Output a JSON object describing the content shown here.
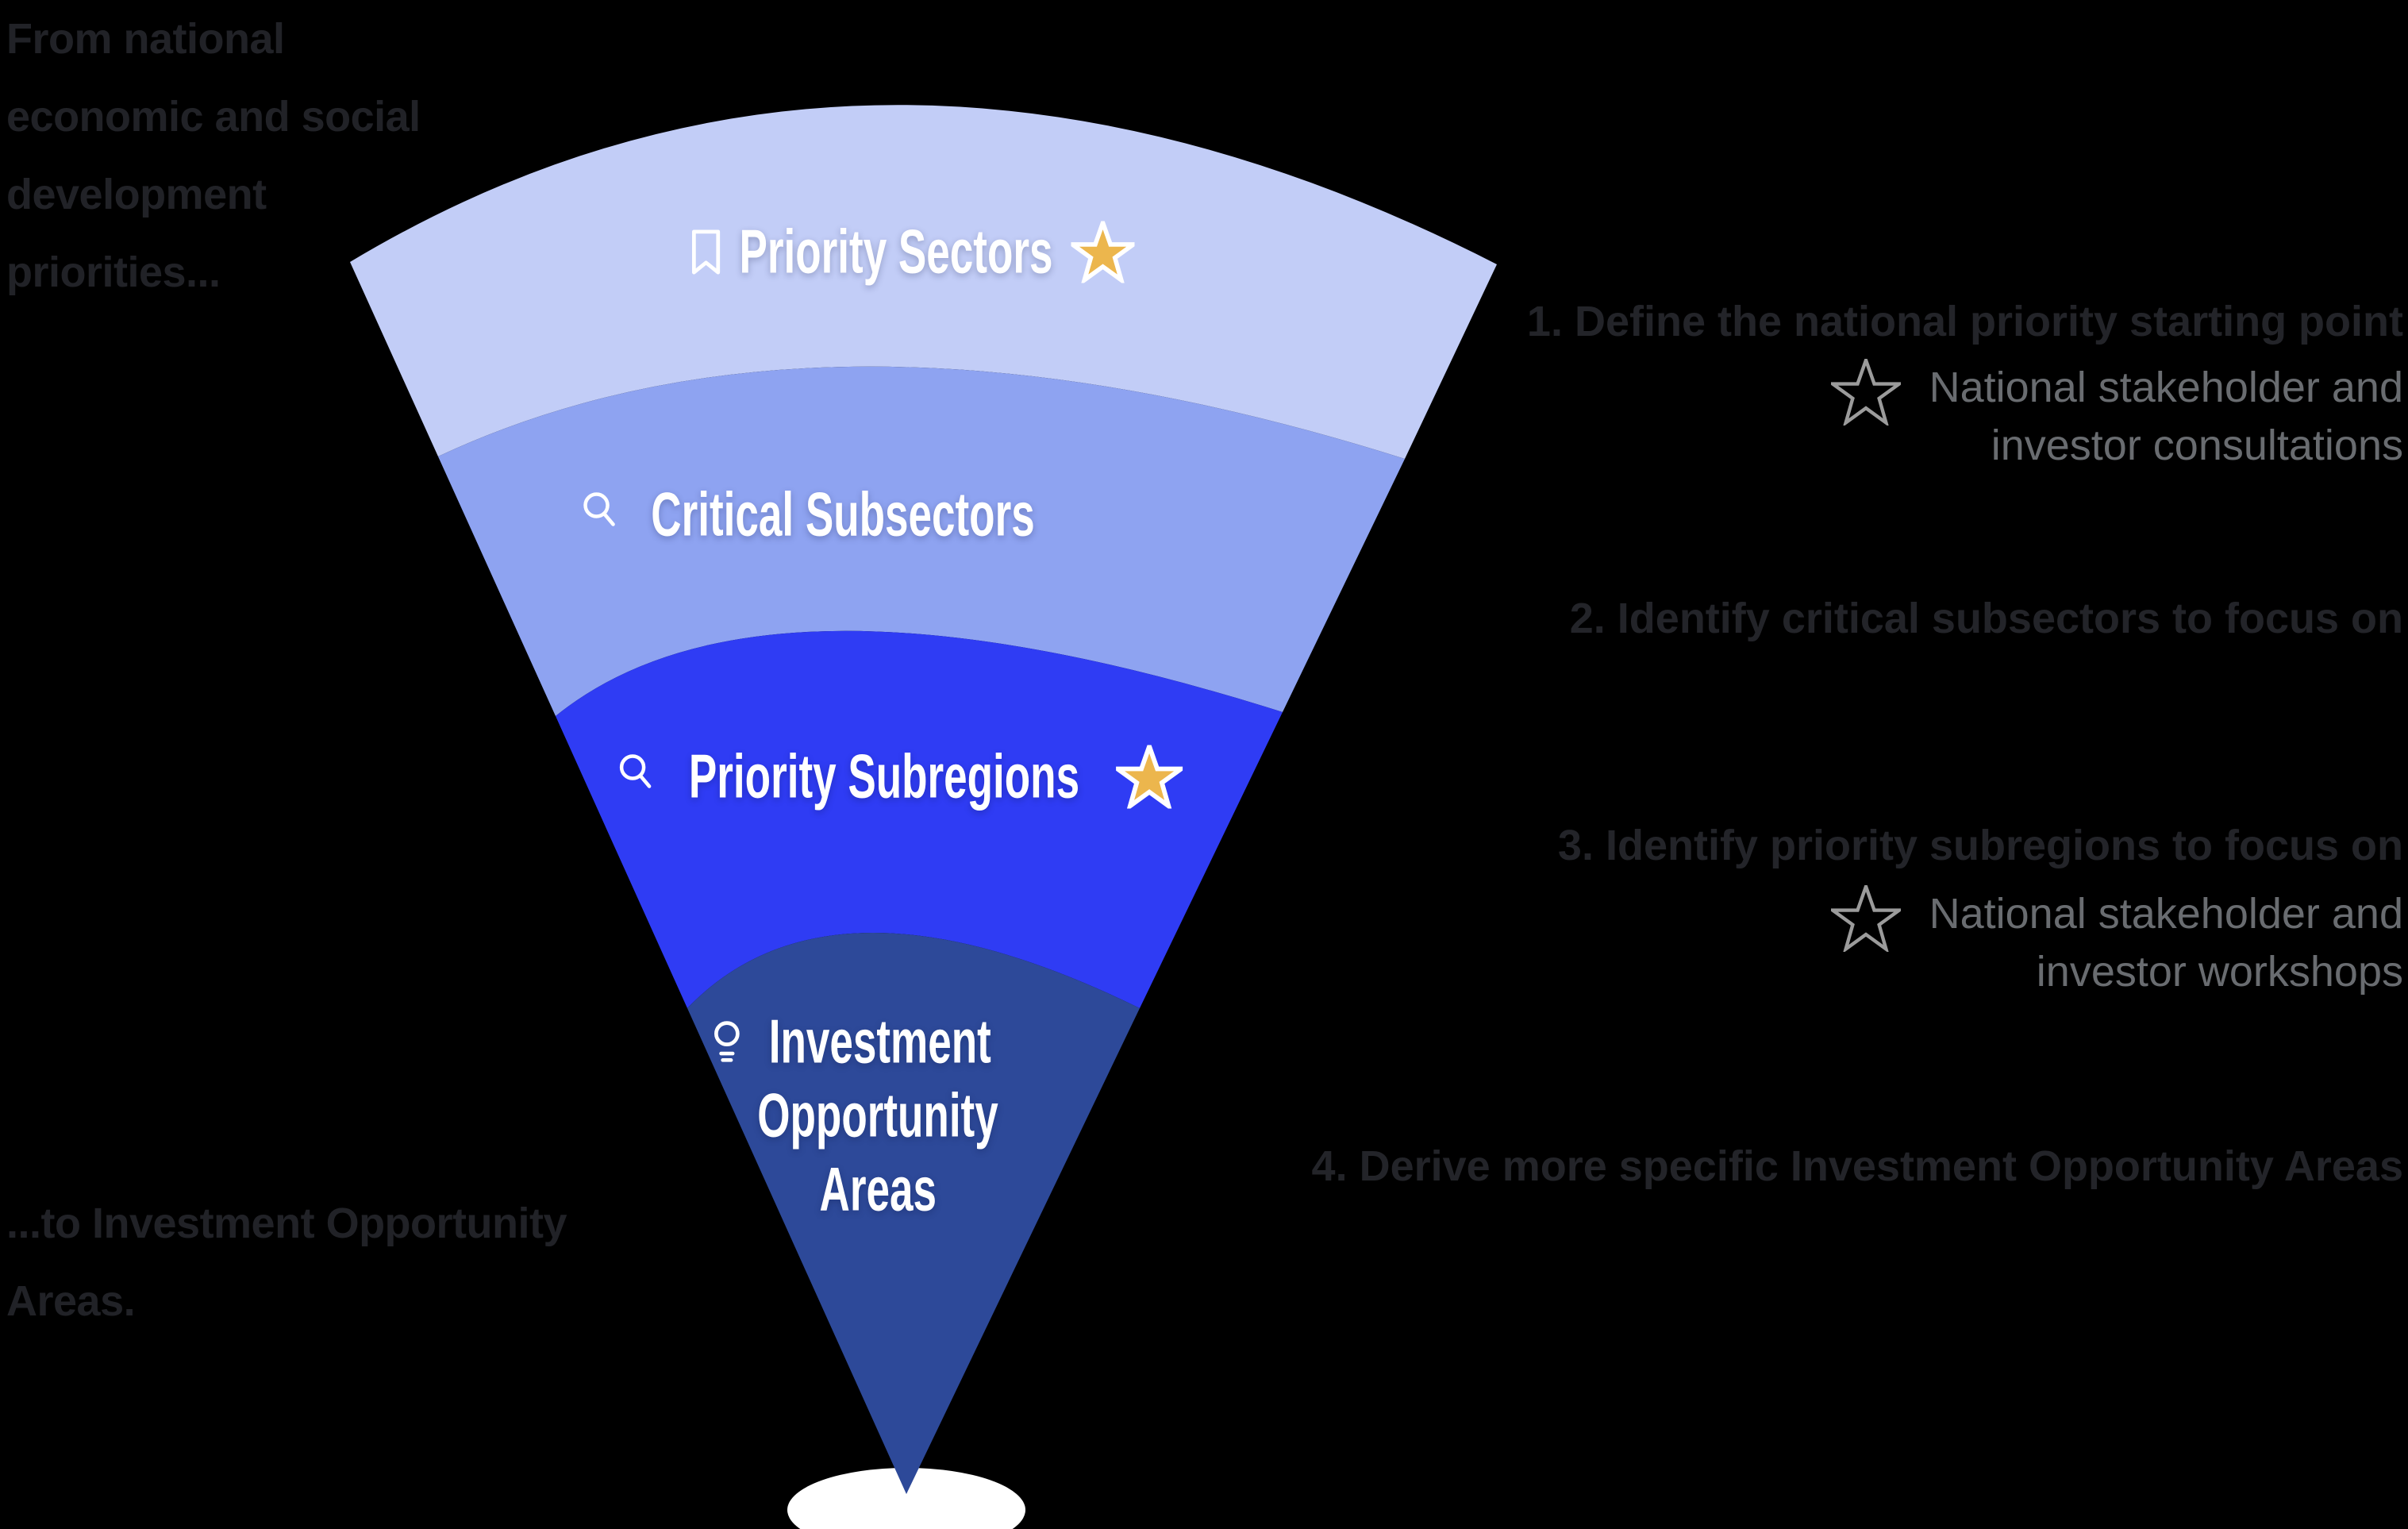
{
  "colors": {
    "layer1": "#c2cdf7",
    "layer2": "#8ea3f1",
    "layer3": "#2f3cf4",
    "layer4": "#2d4999",
    "gold": "#ecb64d",
    "white": "#ffffff",
    "star_outline": "#9b9b9b",
    "heading_text": "#232429",
    "note_text": "#696c70",
    "intro_text": "#212227"
  },
  "intro_top": {
    "lines": [
      "From national",
      "economic and social",
      "development",
      "priorities..."
    ]
  },
  "intro_bottom": {
    "lines": [
      "...to Investment Opportunity",
      "Areas."
    ]
  },
  "funnel": {
    "layers": [
      {
        "label": "Priority Sectors",
        "icon": "bookmark",
        "starred": true
      },
      {
        "label": "Critical Subsectors",
        "icon": "search",
        "starred": false
      },
      {
        "label": "Priority Subregions",
        "icon": "search",
        "starred": true
      },
      {
        "label": "Investment Opportunity Areas",
        "lines": [
          "Investment",
          "Opportunity",
          "Areas"
        ],
        "icon": "lightbulb",
        "starred": false
      }
    ]
  },
  "steps": [
    {
      "label": "1. Define the national priority starting point",
      "note_lines": [
        "National stakeholder and",
        "investor consultations"
      ]
    },
    {
      "label": "2. Identify critical subsectors to focus on"
    },
    {
      "label": "3. Identify priority subregions to focus on",
      "note_lines": [
        "National stakeholder and",
        "investor workshops"
      ]
    },
    {
      "label": "4. Derive more specific Investment Opportunity Areas"
    }
  ]
}
